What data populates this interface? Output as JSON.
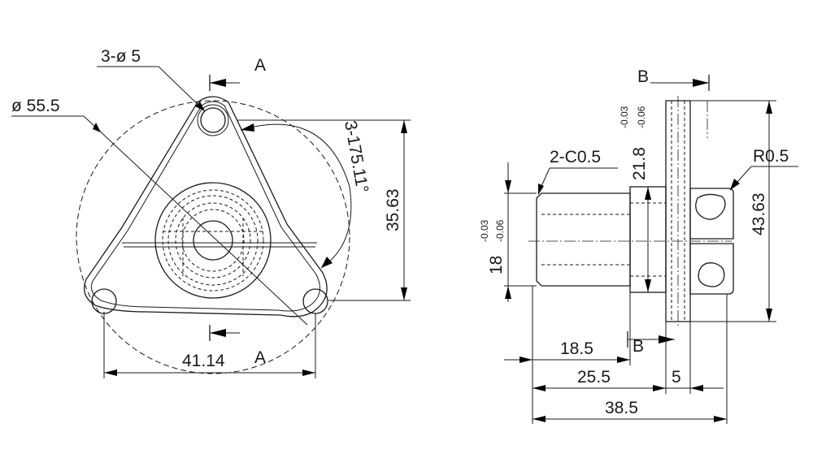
{
  "front_view": {
    "hole_callout": "3-ø 5",
    "outer_diameter": "ø 55.5",
    "arc_callout": "3-175.11°",
    "height_dim": "35.63",
    "width_dim": "41.14",
    "section_label_top": "A",
    "section_label_bottom": "A"
  },
  "side_view": {
    "section_label_top": "B",
    "section_label_bottom": "B",
    "chamfer_callout": "2-C0.5",
    "flange_tol_upper": "-0.03",
    "flange_tol_lower": "-0.06",
    "shaft_tol_upper": "-0.03",
    "shaft_tol_lower": "-0.06",
    "hub_dim": "21.8",
    "shaft_dim": "18",
    "radius_callout": "R0.5",
    "overall_height_dim": "43.63",
    "len_hub": "18.5",
    "len_body": "25.5",
    "len_flange": "5",
    "len_total": "38.5"
  }
}
